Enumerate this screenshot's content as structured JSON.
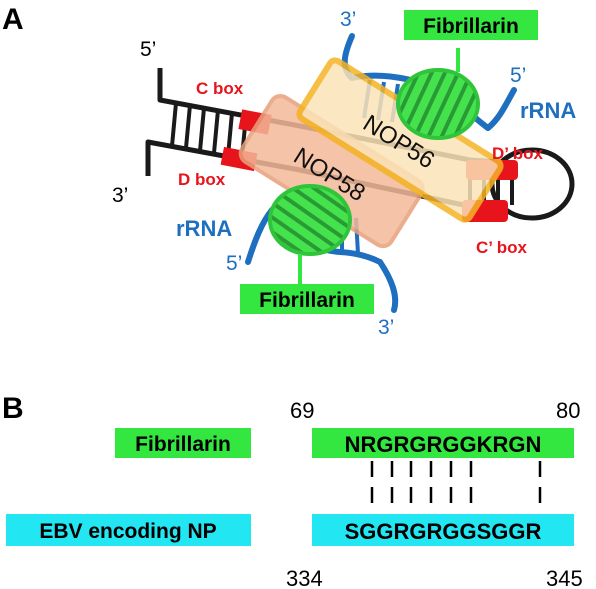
{
  "panelA": {
    "label": "A",
    "strand_5prime_top": "5’",
    "strand_3prime_bottom": "3’",
    "c_box": "C box",
    "d_box": "D box",
    "d_prime_box": "D’ box",
    "c_prime_box": "C’ box",
    "nop56": "NOP56",
    "nop58": "NOP58",
    "fibrillarin_top": "Fibrillarin",
    "fibrillarin_bottom": "Fibrillarin",
    "rrna_top_3prime": "3’",
    "rrna_top_5prime": "5’",
    "rrna_top_label": "rRNA",
    "rrna_bottom_label": "rRNA",
    "rrna_bottom_5prime": "5’",
    "rrna_bottom_3prime": "3’",
    "colors": {
      "box_red": "#e8141b",
      "rna_blue": "#1f6fc0",
      "fibrillarin_green": "#33e640",
      "nop56_fill": "#fbe3b7",
      "nop56_stroke": "#f5b324",
      "nop58_fill": "#f3b999",
      "label_red": "#e8141b",
      "label_blue": "#1f6fc0"
    }
  },
  "panelB": {
    "label": "B",
    "fibrillarin_label": "Fibrillarin",
    "fibrillarin_seq": "NRGRGRGGKRGN",
    "fib_start": "69",
    "fib_end": "80",
    "ebv_label": "EBV encoding NP",
    "ebv_seq": "SGGRGRGGSGGR",
    "ebv_start": "334",
    "ebv_end": "345",
    "colors": {
      "fibrillarin_bg": "#33e640",
      "ebv_bg": "#22e6f2"
    }
  }
}
